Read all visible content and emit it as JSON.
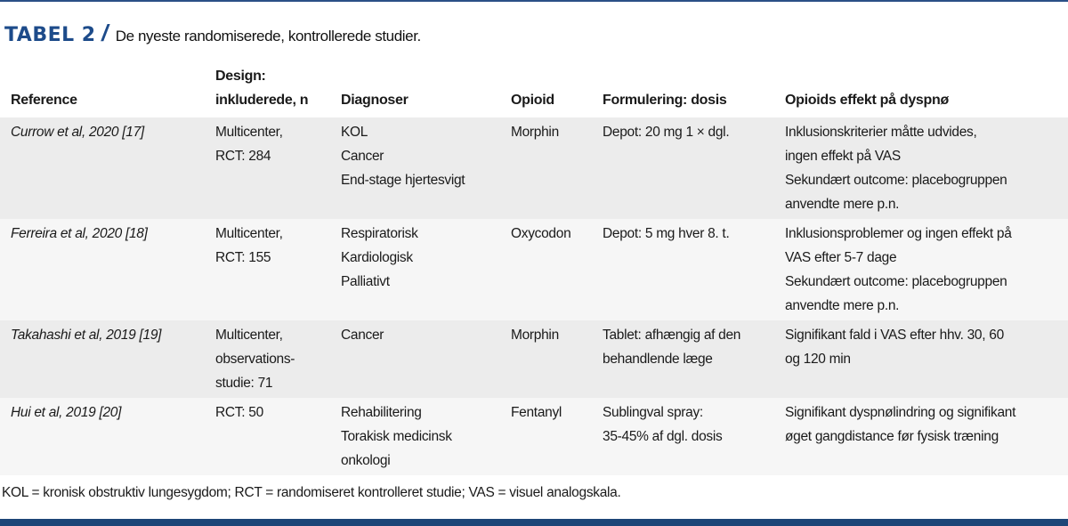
{
  "title": {
    "label": "TABEL 2",
    "slash": "/",
    "subtitle": "De nyeste randomiserede, kontrollerede studier."
  },
  "headers": [
    [
      "Reference"
    ],
    [
      "Design:",
      "inkluderede, n"
    ],
    [
      "Diagnoser"
    ],
    [
      "Opioid"
    ],
    [
      "Formulering: dosis"
    ],
    [
      "Opioids effekt på dyspnø"
    ]
  ],
  "rows": [
    {
      "reference": [
        "Currow et al, 2020 [17]"
      ],
      "design": [
        "Multicenter,",
        "RCT: 284"
      ],
      "diagnoser": [
        "KOL",
        "Cancer",
        "End-stage hjertesvigt"
      ],
      "opioid": [
        "Morphin"
      ],
      "formulering": [
        "Depot: 20 mg 1 × dgl."
      ],
      "effekt": [
        "Inklusionskriterier måtte udvides,",
        "ingen effekt på VAS",
        "Sekundært outcome: placebogruppen",
        "anvendte mere p.n."
      ]
    },
    {
      "reference": [
        "Ferreira et al, 2020 [18]"
      ],
      "design": [
        "Multicenter,",
        "RCT: 155"
      ],
      "diagnoser": [
        "Respiratorisk",
        "Kardiologisk",
        "Palliativt"
      ],
      "opioid": [
        "Oxycodon"
      ],
      "formulering": [
        "Depot: 5 mg hver 8. t."
      ],
      "effekt": [
        "Inklusionsproblemer og ingen effekt på",
        "VAS efter 5-7 dage",
        "Sekundært outcome: placebogruppen",
        "anvendte mere p.n."
      ]
    },
    {
      "reference": [
        "Takahashi et al, 2019 [19]"
      ],
      "design": [
        "Multicenter,",
        "observations-",
        "studie: 71"
      ],
      "diagnoser": [
        "Cancer"
      ],
      "opioid": [
        "Morphin"
      ],
      "formulering": [
        "Tablet: afhængig af den",
        "behandlende læge"
      ],
      "effekt": [
        "Signifikant fald i VAS efter hhv. 30, 60",
        "og 120 min"
      ]
    },
    {
      "reference": [
        "Hui et al, 2019 [20]"
      ],
      "design": [
        "RCT: 50"
      ],
      "diagnoser": [
        "Rehabilitering",
        "Torakisk medicinsk",
        "onkologi"
      ],
      "opioid": [
        "Fentanyl"
      ],
      "formulering": [
        "Sublingval spray:",
        "35-45% af dgl. dosis"
      ],
      "effekt": [
        "Signifikant dyspnølindring og signifikant",
        "øget gangdistance før fysisk træning"
      ]
    }
  ],
  "footnote": "KOL = kronisk obstruktiv lungesygdom; RCT = randomiseret kontrolleret studie; VAS = visuel analogskala.",
  "colors": {
    "accent": "#1d4b8a",
    "row_dark": "#ececec",
    "row_light": "#f6f6f6"
  }
}
